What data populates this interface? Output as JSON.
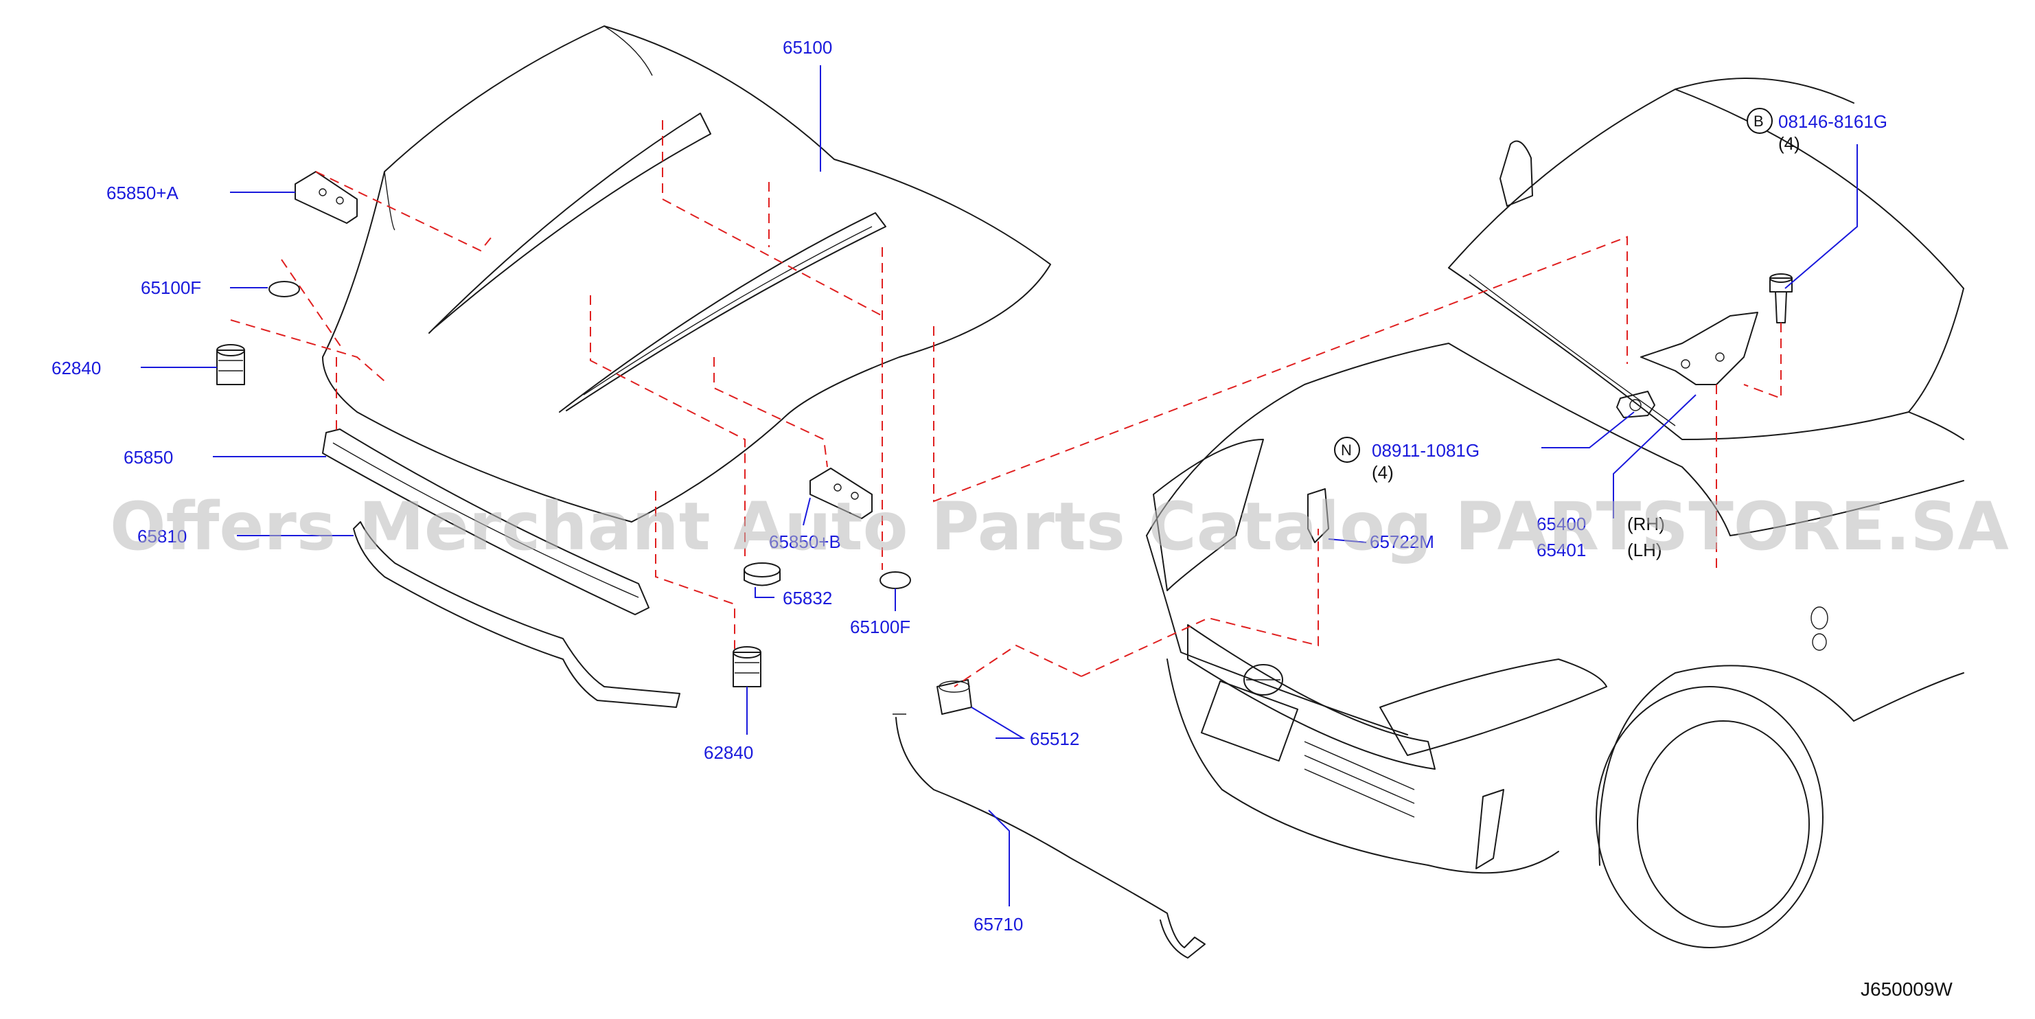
{
  "diagram_code": "J650009W",
  "watermark": "Offers Merchant Auto Parts Catalog PARTSTORE.SA",
  "colors": {
    "label": "#1a1adc",
    "leader": "#e02020",
    "line": "#1a1a1a"
  },
  "parts": {
    "p65100": "65100",
    "p65850a": "65850+A",
    "p65100f_left": "65100F",
    "p62840_upper": "62840",
    "p65850": "65850",
    "p65810": "65810",
    "p65832": "65832",
    "p65100f_right": "65100F",
    "p62840_lower": "62840",
    "p65850b": "65850+B",
    "p65512": "65512",
    "p65710": "65710",
    "p65722m": "65722M",
    "p08146": "08146-8161G",
    "p08146_qty": "(4)",
    "p08146_badge": "B",
    "p08911": "08911-1081G",
    "p08911_qty": "(4)",
    "p08911_badge": "N",
    "p65400": "65400",
    "p65400_side": "(RH)",
    "p65401": "65401",
    "p65401_side": "(LH)"
  }
}
